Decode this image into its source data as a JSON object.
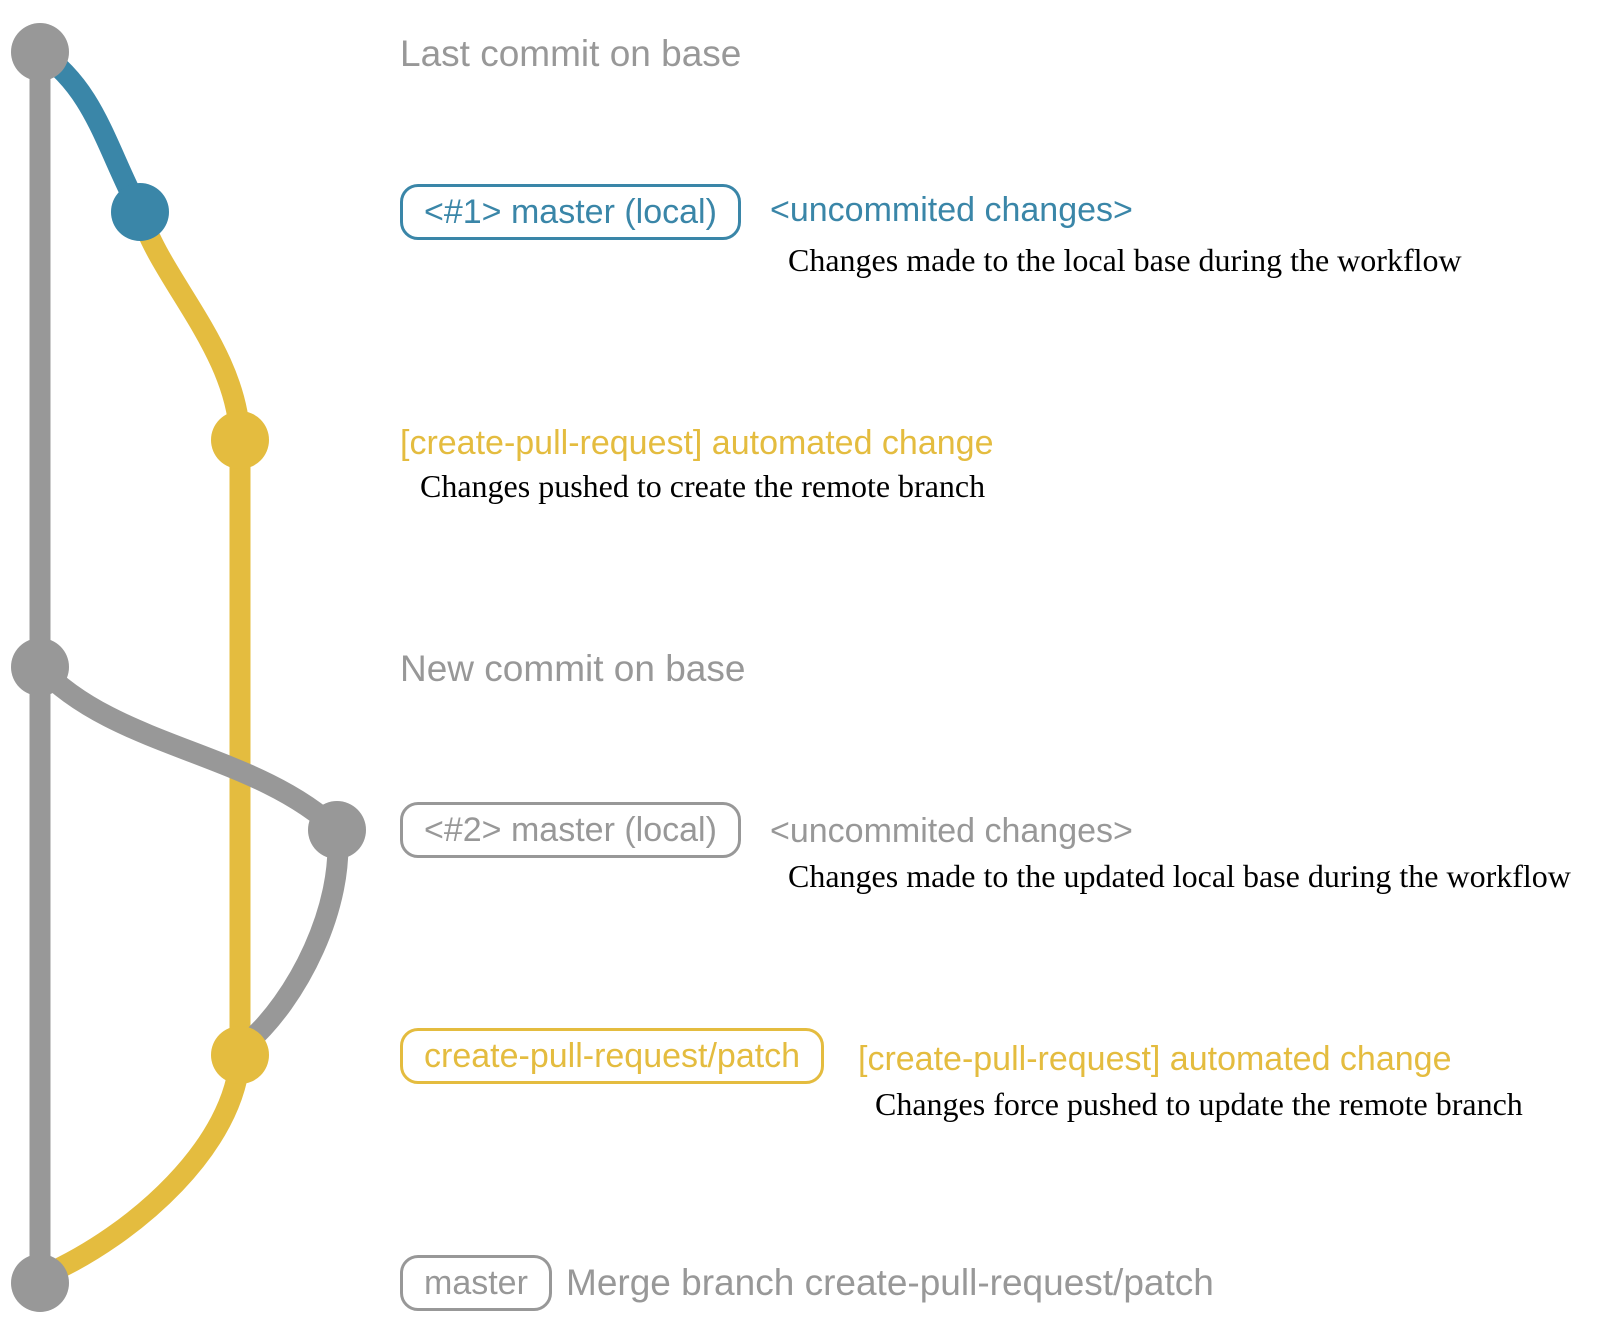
{
  "colors": {
    "background": "#ffffff",
    "base": "#989898",
    "local": "#3a86a8",
    "patch": "#e4bc3f",
    "ink": "#000000"
  },
  "graph": {
    "branches": [
      {
        "name": "base",
        "color_key": "base"
      },
      {
        "name": "master-local",
        "color_key": "local"
      },
      {
        "name": "create-pull-request-patch",
        "color_key": "patch"
      }
    ],
    "commits": [
      {
        "name": "last-commit-on-base",
        "branch": "base"
      },
      {
        "name": "uncommitted-changes-1",
        "branch": "master-local"
      },
      {
        "name": "automated-change-commit",
        "branch": "create-pull-request-patch"
      },
      {
        "name": "new-commit-on-base",
        "branch": "base"
      },
      {
        "name": "uncommitted-changes-2",
        "branch": "master-local"
      },
      {
        "name": "force-pushed-automated-change-commit",
        "branch": "create-pull-request-patch"
      },
      {
        "name": "merge-commit",
        "branch": "base"
      }
    ]
  },
  "annotations": {
    "last_commit_label": "Last commit on base",
    "row1_badge": "<#1> master (local)",
    "row1_note": "<uncommited changes>",
    "row1_desc": "Changes made to the local base during the workflow",
    "row2_title": "[create-pull-request] automated change",
    "row2_desc": "Changes pushed to create the remote branch",
    "new_commit_label": "New commit on base",
    "row3_badge": "<#2> master (local)",
    "row3_note": "<uncommited changes>",
    "row3_desc": "Changes made to the updated local base during the workflow",
    "row4_badge": "create-pull-request/patch",
    "row4_title": "[create-pull-request] automated change",
    "row4_desc": "Changes force pushed to update the remote branch",
    "row5_badge": "master",
    "row5_desc": "Merge branch create-pull-request/patch"
  }
}
